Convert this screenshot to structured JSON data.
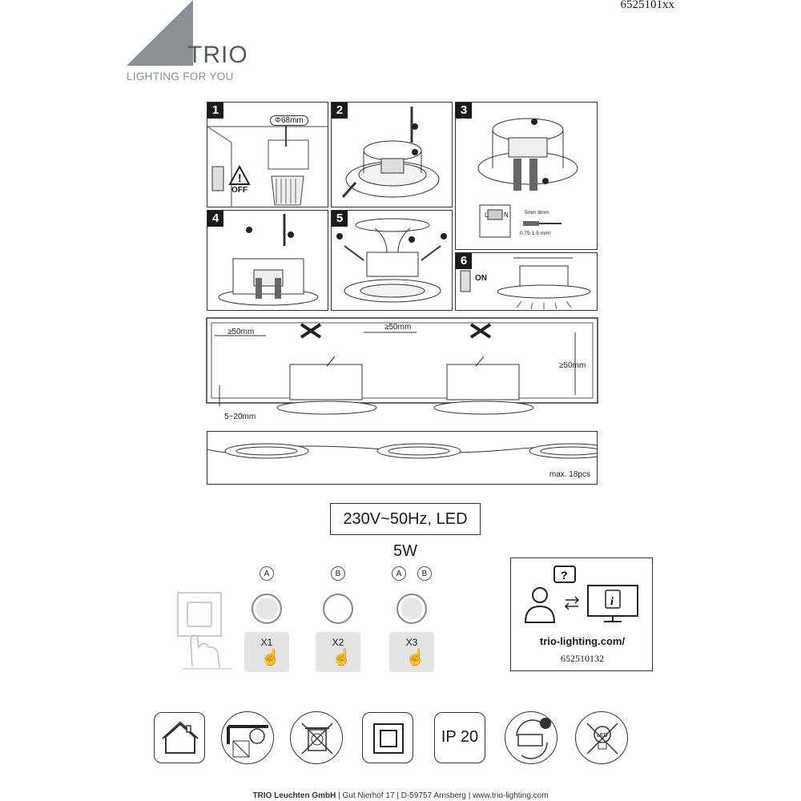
{
  "doc_code": "6525101xx",
  "brand": {
    "name": "TRIO",
    "tagline": "LIGHTING FOR YOU"
  },
  "steps": [
    {
      "num": "1",
      "diameter": "Φ68mm",
      "off_label": "OFF"
    },
    {
      "num": "2"
    },
    {
      "num": "3",
      "wire_L": "L",
      "wire_N": "N",
      "strip": "5mm  8mm",
      "cross_section": "0.75-1.5 mm²"
    },
    {
      "num": "4"
    },
    {
      "num": "5"
    },
    {
      "num": "6",
      "on_label": "ON"
    }
  ],
  "clearance": {
    "side": "≥50mm",
    "between": "≥50mm",
    "top": "≥50mm",
    "depth": "5~20mm"
  },
  "chain": {
    "max": "max. 18pcs"
  },
  "rating": "230V~50Hz, LED 5W",
  "switch_modes": [
    {
      "leds": [
        "A"
      ],
      "presses": "X1"
    },
    {
      "leds": [
        "B"
      ],
      "presses": "X2"
    },
    {
      "leds": [
        "A",
        "B"
      ],
      "presses": "X3"
    }
  ],
  "info_box": {
    "url": "trio-lighting.com/",
    "code": "652510132"
  },
  "symbols": {
    "ip": "IP 20"
  },
  "footer": {
    "company": "TRIO Leuchten GmbH",
    "address": "Gut Nierhof 17",
    "city": "D-59757 Arnsberg",
    "web": "www.trio-lighting.com"
  }
}
